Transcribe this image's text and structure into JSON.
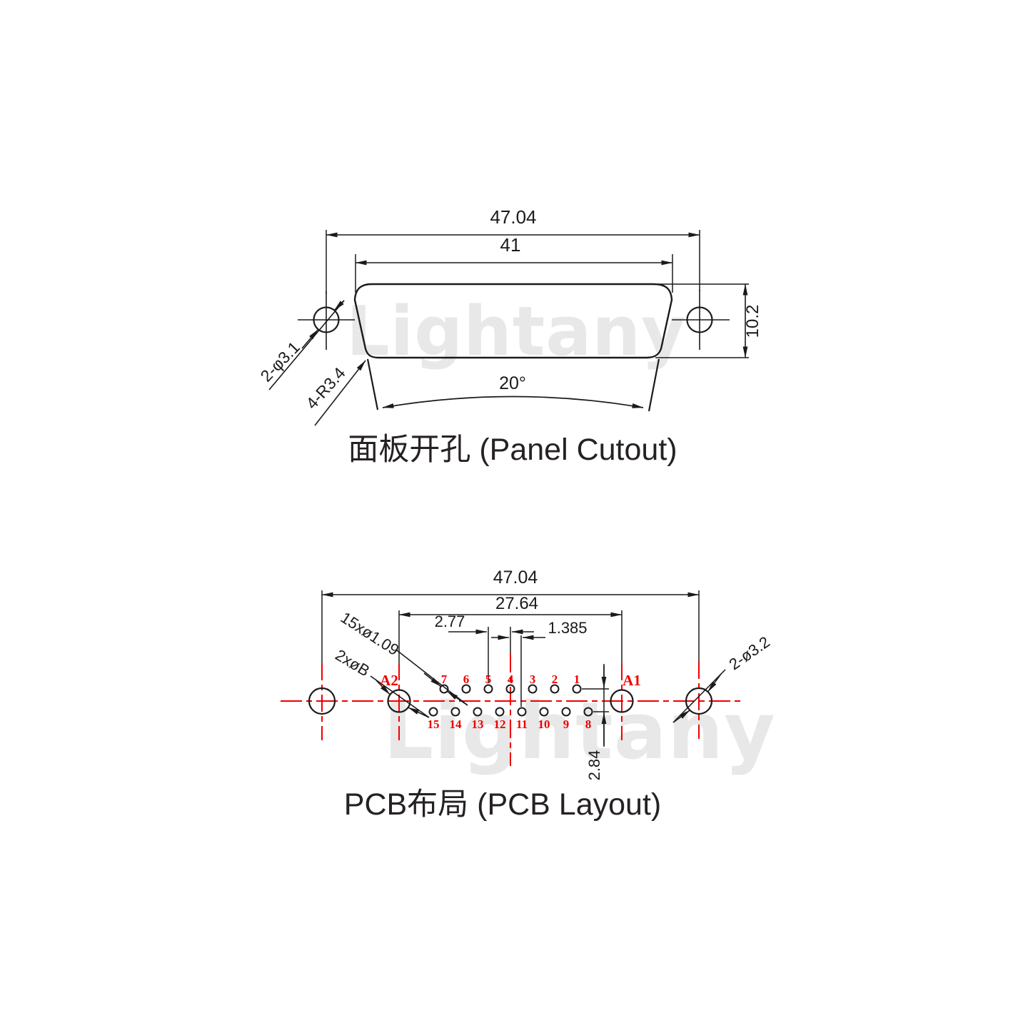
{
  "watermark": "Lightany",
  "colors": {
    "line": "#1c1a1a",
    "accent_red": "#f00000",
    "watermark": "#e8e8e8"
  },
  "panel_cutout": {
    "title": "面板开孔 (Panel Cutout)",
    "dim_outer_width": "47.04",
    "dim_inner_width": "41",
    "dim_height": "10.2",
    "bend_angle": "20°",
    "hole_label": "2-φ3.1",
    "corner_radius_label": "4-R3.4"
  },
  "pcb_layout": {
    "title": "PCB布局 (PCB Layout)",
    "dim_outer_width": "47.04",
    "dim_post_span": "27.64",
    "dim_pin_pitch": "2.77",
    "dim_half_pitch": "1.385",
    "dim_row_spacing": "2.84",
    "pin_hole_label": "15xø1.09",
    "post_hole_label": "2xøB",
    "mount_hole_label": "2-ø3.2",
    "post_a1_label": "A1",
    "post_a2_label": "A2",
    "top_row_pins": [
      "7",
      "6",
      "5",
      "4",
      "3",
      "2",
      "1"
    ],
    "bottom_row_pins": [
      "15",
      "14",
      "13",
      "12",
      "11",
      "10",
      "9",
      "8"
    ]
  }
}
